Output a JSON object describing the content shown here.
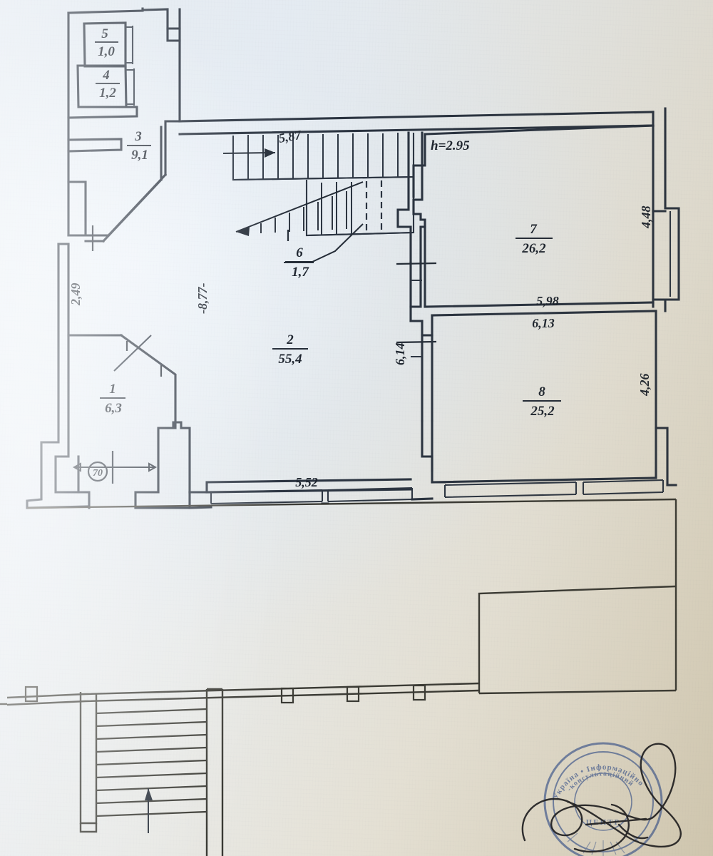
{
  "document": {
    "type": "architectural-floor-plan-scan",
    "ceiling_height_note": "h=2.95",
    "level_mark": "-8,77-",
    "door_width_marker": "70"
  },
  "rooms": [
    {
      "id": "room-1",
      "number": "1",
      "area": "6,3"
    },
    {
      "id": "room-2",
      "number": "2",
      "area": "55,4"
    },
    {
      "id": "room-3",
      "number": "3",
      "area": "9,1"
    },
    {
      "id": "room-4",
      "number": "4",
      "area": "1,2"
    },
    {
      "id": "room-5",
      "number": "5",
      "area": "1,0"
    },
    {
      "id": "room-6",
      "number": "6",
      "area": "1,7"
    },
    {
      "id": "room-7",
      "number": "7",
      "area": "26,2"
    },
    {
      "id": "room-8",
      "number": "8",
      "area": "25,2"
    }
  ],
  "dimensions": {
    "stair_run": "5,87",
    "left_wall": "2,49",
    "level": "-8,77-",
    "ceiling": "h=2.95",
    "room7_right": "4,48",
    "room7_bottom": "5,98",
    "room8_top": "6,13",
    "room8_right": "4,26",
    "centre_wall": "6,14",
    "room2_bottom": "5,52",
    "door_mark": "70"
  },
  "stamp": {
    "present": true,
    "color": "#2b4a8c",
    "line1": "Україна • Інформаційно",
    "line2": "-консультаційний",
    "line3": "ЦЕНТР",
    "signature_color": "#1b1b1f"
  },
  "colors": {
    "ink": "#2a3340",
    "paper_cool": "#e2eaf2",
    "paper_warm": "#ddd4bd",
    "stamp_blue": "#2b4a8c"
  }
}
